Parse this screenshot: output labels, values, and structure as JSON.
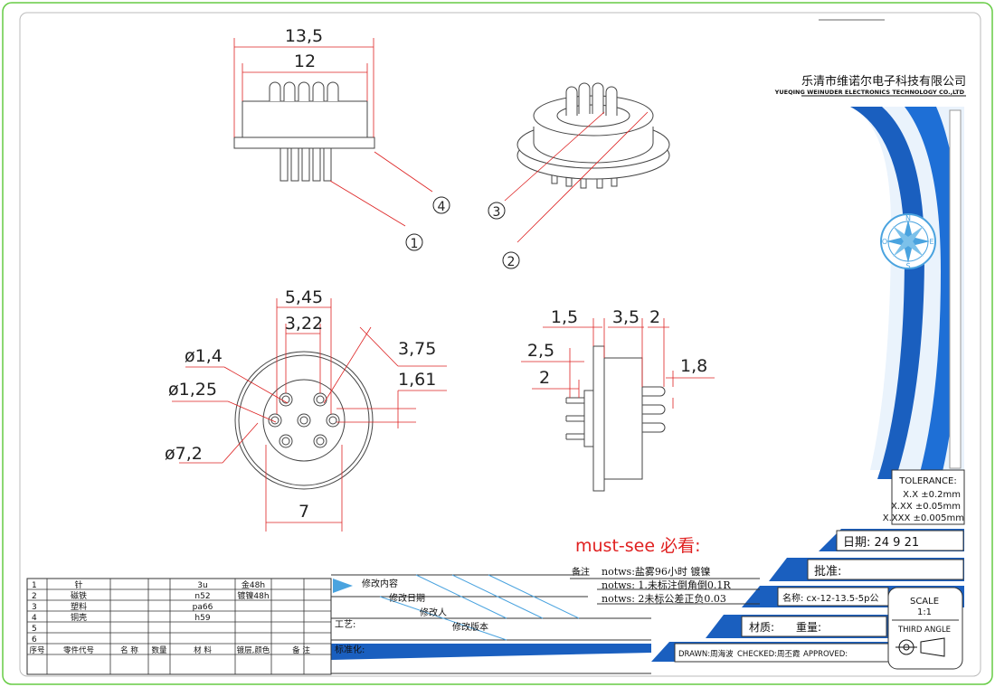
{
  "views": {
    "side": {
      "dim_overall": "13,5",
      "dim_inner": "12"
    },
    "callouts": [
      "①",
      "②",
      "③",
      "④"
    ],
    "front": {
      "d_pin": "ø1,4",
      "d_pin2": "ø1,25",
      "d_body": "ø7,2",
      "pitch_outer": "5,45",
      "pitch_inner": "3,22",
      "diag": "3,75",
      "offset": "1,61",
      "width": "7"
    },
    "section": {
      "a": "1,5",
      "b": "3,5",
      "c": "2",
      "d": "2,5",
      "e": "2",
      "f": "1,8"
    }
  },
  "company": {
    "name_cn": "乐清市维诺尔电子科技有限公司",
    "name_en": "YUEQING WEINUDER ELECTRONICS TECHNOLOGY CO.,LTD"
  },
  "compass": {
    "n": "N",
    "s": "S",
    "e": "E",
    "w": "O"
  },
  "tolerance": {
    "title": "TOLERANCE:",
    "l1": "X.X  ±0.2mm",
    "l2": "X.XX  ±0.05mm",
    "l3": "X.XXX  ±0.005mm"
  },
  "must_see": "must-see 必看:",
  "date": "日期: 24 9 21",
  "approve_label": "批准:",
  "name_label": "名称: cx-12-13.5-5p公",
  "material_label": "材质:",
  "weight_label": "重量:",
  "notes": {
    "remark": "备注",
    "n0": "notws:盐雾96小时  镀镍",
    "n1": "notws: 1.未标注倒角倒0.1R",
    "n2": "notws: 2未标公差正负0.03"
  },
  "scale": {
    "label": "SCALE",
    "value": "1:1",
    "angle": "THIRD ANGLE"
  },
  "revision": {
    "content": "修改内容",
    "date": "修改日期",
    "person": "修改人",
    "version": "修改版本",
    "process": "工艺:",
    "standard": "标准化:"
  },
  "drawn": "DRAWN:周海波",
  "checked": "CHECKED:周丕霞",
  "approved": "APPROVED:",
  "bom": {
    "rows": [
      {
        "no": "1",
        "part": "针",
        "material": "3u",
        "finish": "金48h"
      },
      {
        "no": "2",
        "part": "磁铁",
        "material": "n52",
        "finish": "镀镍48h"
      },
      {
        "no": "3",
        "part": "塑料",
        "material": "pa66",
        "finish": ""
      },
      {
        "no": "4",
        "part": "铜壳",
        "material": "h59",
        "finish": ""
      },
      {
        "no": "5",
        "part": "",
        "material": "",
        "finish": ""
      },
      {
        "no": "6",
        "part": "",
        "material": "",
        "finish": ""
      }
    ],
    "headers": [
      "序号",
      "零件代号",
      "名 称",
      "数量",
      "材   料",
      "镀层,颜色",
      "备 注"
    ]
  }
}
